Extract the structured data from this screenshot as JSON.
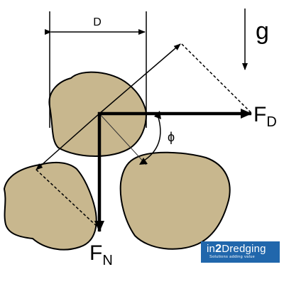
{
  "diagram": {
    "labels": {
      "diameter": "D",
      "gravity": "g",
      "drag_force": "F",
      "drag_sub": "D",
      "normal_force": "F",
      "normal_sub": "N",
      "angle": "ϕ"
    }
  },
  "logo": {
    "prefix": "in",
    "number": "2",
    "suffix": "Dredging",
    "tagline": "Solutions adding value"
  },
  "colors": {
    "particle_fill": "#c8b78e",
    "particle_stroke": "#000000",
    "logo_background": "#2167ac",
    "logo_text": "#ffffff"
  }
}
